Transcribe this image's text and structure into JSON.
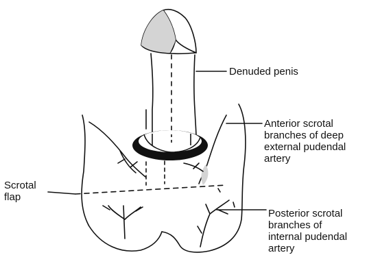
{
  "labels": {
    "denuded_penis": "Denuded penis",
    "anterior_scrotal": "Anterior scrotal\nbranches of deep\nexternal pudendal\nartery",
    "scrotal_flap": "Scrotal\nflap",
    "posterior_scrotal": "Posterior scrotal\nbranches of\ninternal pudendal\nartery"
  },
  "colors": {
    "ink": "#111111",
    "shading": "#d4d4d4"
  }
}
